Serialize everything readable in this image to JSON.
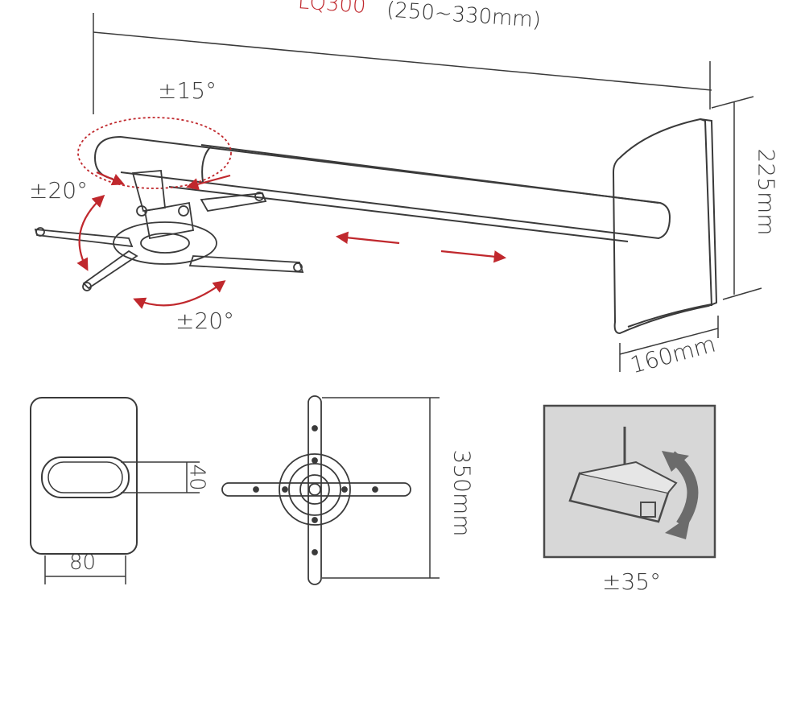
{
  "colors": {
    "line": "#3a3a3a",
    "arrow_red": "#c0282d",
    "panel_bg": "#d7d7d7",
    "panel_border": "#4a4a4a",
    "rotate_arrow": "#6b6b6b"
  },
  "header": {
    "model_code": "LQ300",
    "extension_range": "(250~330mm)"
  },
  "angles": {
    "tilt_top": "±15°",
    "swivel_left": "±20°",
    "rotate_bottom": "±20°",
    "roll_panel": "±35°"
  },
  "dimensions": {
    "wall_plate_height": "225mm",
    "wall_plate_depth": "160mm",
    "plate_slot_height": "40",
    "plate_width": "80",
    "bracket_span": "350mm"
  }
}
